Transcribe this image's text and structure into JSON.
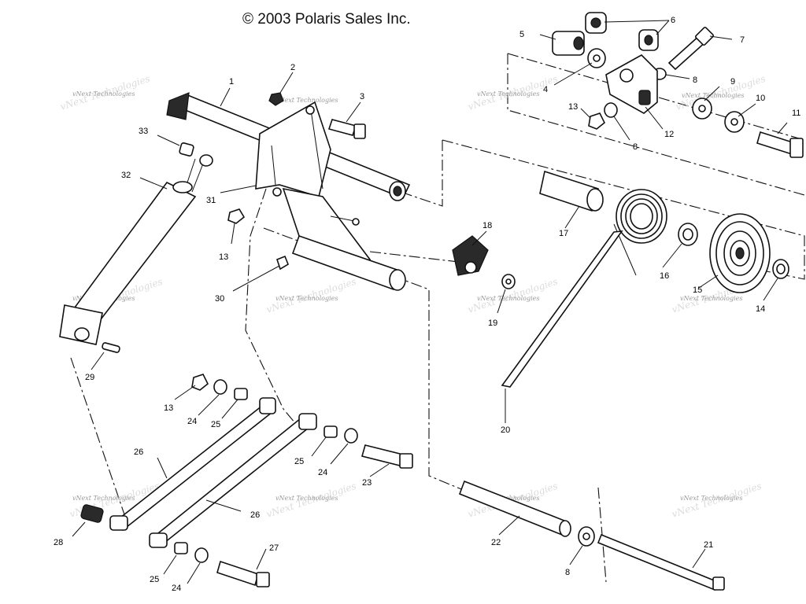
{
  "copyright": "© 2003 Polaris Sales Inc.",
  "watermark": "vNext Technologies",
  "callouts": [
    "1",
    "2",
    "3",
    "4",
    "5",
    "6",
    "7",
    "8",
    "8",
    "8",
    "9",
    "10",
    "11",
    "12",
    "13",
    "13",
    "13",
    "14",
    "15",
    "16",
    "17",
    "18",
    "19",
    "20",
    "21",
    "22",
    "23",
    "24",
    "24",
    "24",
    "25",
    "25",
    "25",
    "26",
    "26",
    "27",
    "28",
    "29",
    "30",
    "31",
    "32",
    "33"
  ]
}
